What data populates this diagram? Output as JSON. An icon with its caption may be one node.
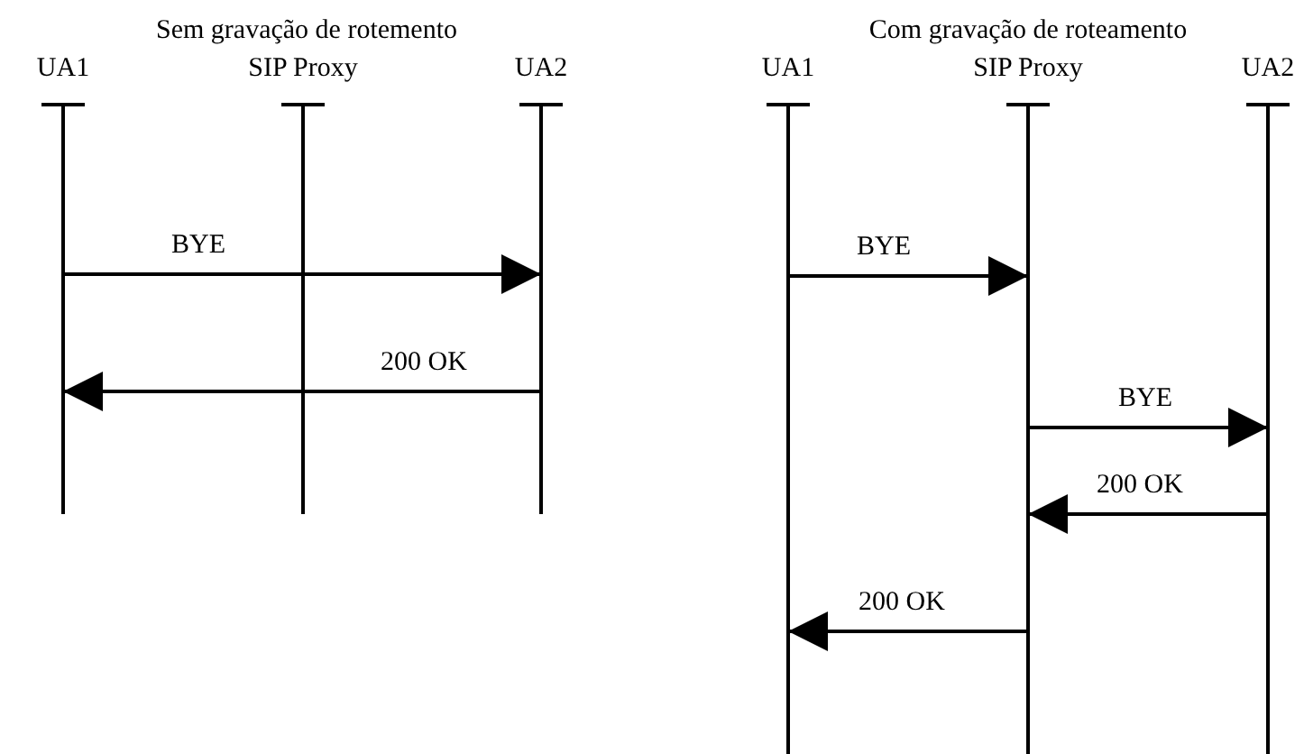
{
  "diagram": {
    "nodes": [
      {
        "text": [
          "UA1"
        ]
      },
      {
        "text": [
          "SIP Proxy"
        ]
      },
      {
        "text": [
          "UA2"
        ]
      },
      {
        "text": [
          "UA1"
        ]
      },
      {
        "text": [
          "SIP Proxy"
        ]
      },
      {
        "text": [
          "UA2"
        ]
      }
    ],
    "edges": [
      {
        "from": 0,
        "to": 2,
        "arrow": "to",
        "label": "BYE"
      },
      {
        "from": 2,
        "to": 0,
        "arrow": "to",
        "label": "200 OK"
      },
      {
        "from": 3,
        "to": 4,
        "arrow": "to",
        "label": "BYE"
      },
      {
        "from": 4,
        "to": 5,
        "arrow": "to",
        "label": "BYE"
      },
      {
        "from": 5,
        "to": 4,
        "arrow": "to",
        "label": "200 OK"
      },
      {
        "from": 4,
        "to": 3,
        "arrow": "to",
        "label": "200 OK"
      }
    ],
    "labels": [
      "Sem gravação de rotemento",
      "Com gravação de roteamento"
    ]
  }
}
